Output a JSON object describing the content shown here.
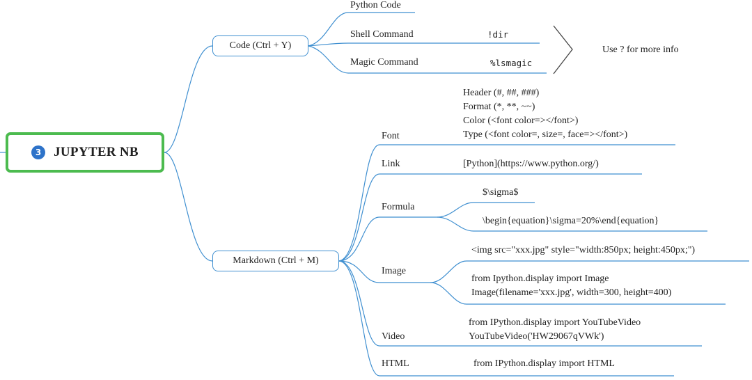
{
  "root": {
    "badge": "3",
    "title": "JUPYTER NB"
  },
  "code": {
    "label": "Code (Ctrl + Y)",
    "python": "Python Code",
    "shell": "Shell Command",
    "shell_example": "!dir",
    "magic": "Magic Command",
    "magic_example": "%lsmagic",
    "info": "Use ?  for more info"
  },
  "markdown": {
    "label": "Markdown (Ctrl + M)",
    "font": {
      "label": "Font",
      "lines": [
        "Header (#, ##, ###)",
        "Format (*, **, ~~)",
        "Color (<font color=></font>)",
        "Type (<font color=, size=, face=></font>)"
      ]
    },
    "link": {
      "label": "Link",
      "value": "[Python](https://www.python.org/)"
    },
    "formula": {
      "label": "Formula",
      "inline": "$\\sigma$",
      "block": "\\begin{equation}\\sigma=20%\\end{equation}"
    },
    "image": {
      "label": "Image",
      "html": "<img src=\"xxx.jpg\" style=\"width:850px; height:450px;\")",
      "code_line1": "from Ipython.display import Image",
      "code_line2": "Image(filename='xxx.jpg', width=300, height=400)"
    },
    "video": {
      "label": "Video",
      "line1": "from IPython.display import YouTubeVideo",
      "line2": "YouTubeVideo('HW29067qVWk')"
    },
    "html": {
      "label": "HTML",
      "value": "from IPython.display import HTML"
    }
  },
  "colors": {
    "line": "#3f8fd0",
    "root_border": "#4cbb4f",
    "badge": "#2e73c9",
    "bracket": "#444444"
  }
}
